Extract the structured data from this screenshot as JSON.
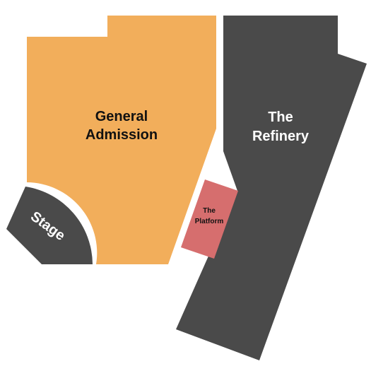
{
  "sections": {
    "general_admission": {
      "label_line1": "General",
      "label_line2": "Admission",
      "fill": "#F2AE5B",
      "text_color": "#111111"
    },
    "refinery": {
      "label_line1": "The",
      "label_line2": "Refinery",
      "fill": "#4A4A4A",
      "text_color": "#FFFFFF"
    },
    "platform": {
      "label_line1": "The",
      "label_line2": "Platform",
      "fill": "#D66E6E",
      "text_color": "#111111"
    },
    "stage": {
      "label": "Stage",
      "fill": "#4A4A4A",
      "text_color": "#FFFFFF"
    }
  }
}
